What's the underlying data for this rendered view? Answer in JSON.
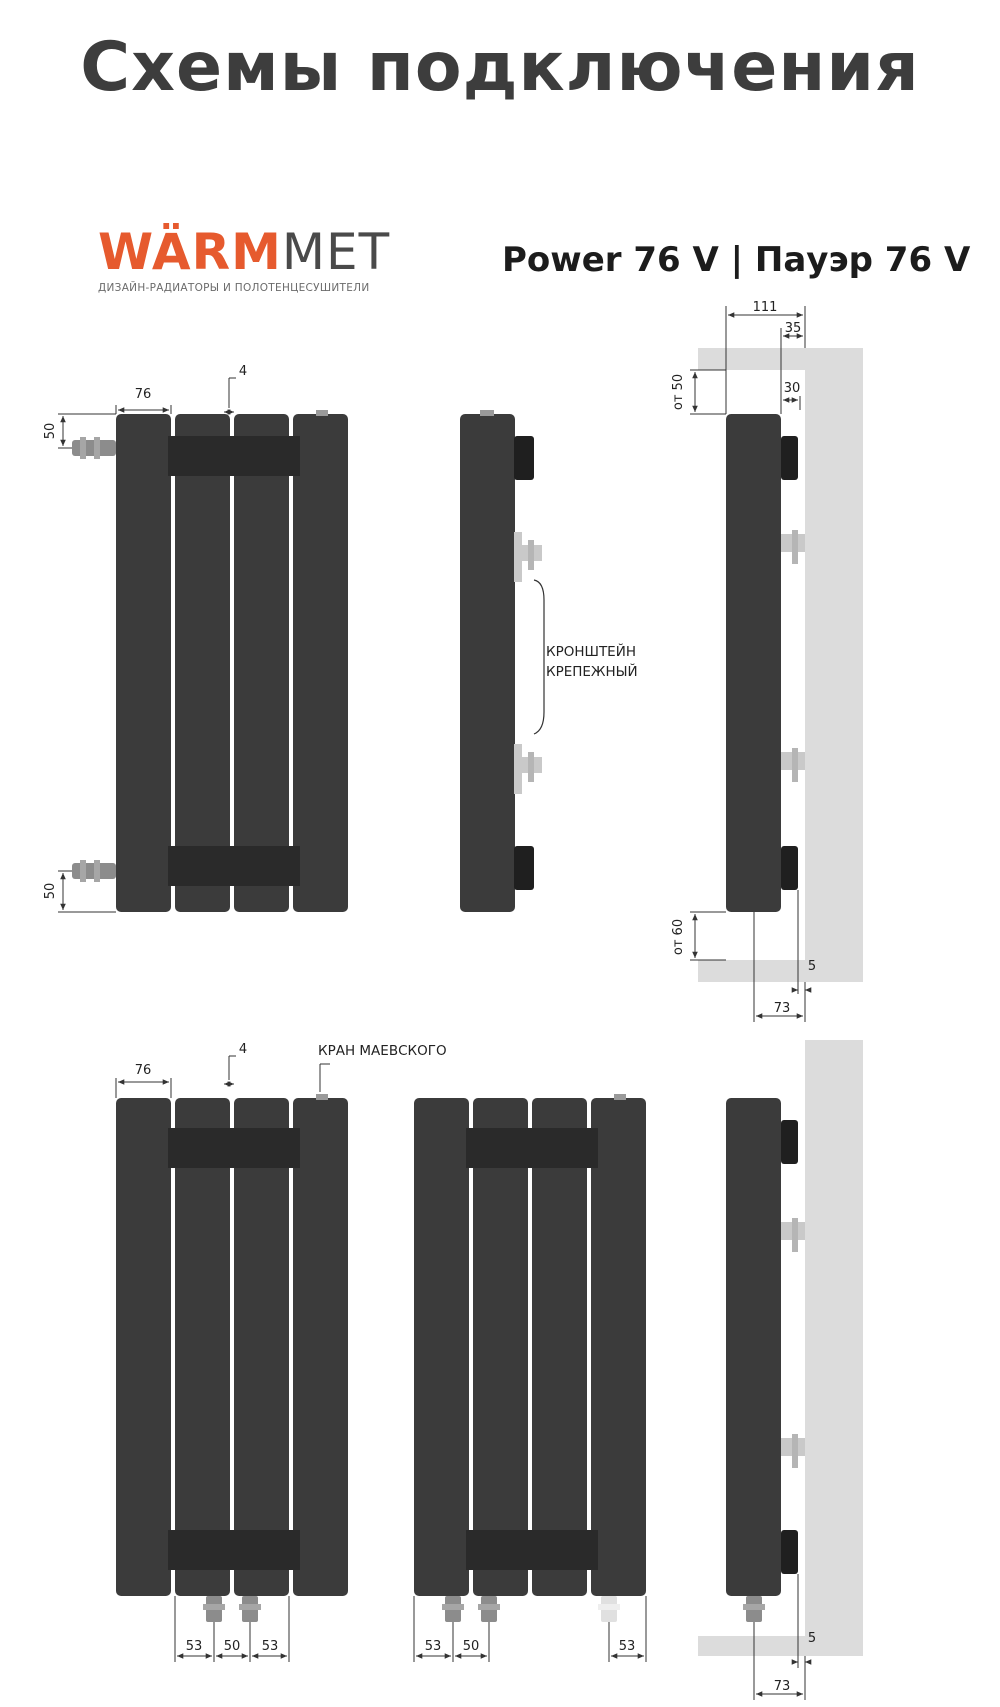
{
  "title": "Схемы подключения",
  "brand": {
    "name_part1": "WÄRM",
    "name_part2": "MET",
    "tagline": "ДИЗАЙН-РАДИАТОРЫ И ПОЛОТЕНЦЕСУШИТЕЛИ"
  },
  "model": "Power 76 V | Пауэр 76 V",
  "labels": {
    "bracket_line1": "КРОНШТЕЙН",
    "bracket_line2": "КРЕПЕЖНЫЙ",
    "mayevsky": "КРАН МАЕВСКОГО"
  },
  "dims": {
    "section_width": "76",
    "gap": "4",
    "pipe_offset": "50",
    "depth_total": "111",
    "wall_35": "35",
    "wall_30": "30",
    "from_top": "от 50",
    "from_bottom": "от 60",
    "d5": "5",
    "d73": "73",
    "d53": "53",
    "d50": "50"
  },
  "colors": {
    "radiator": "#3b3b3b",
    "radiator_edge": "#2a2a2a",
    "wall": "#dcdcdc",
    "bracket": "#c9c9c9",
    "bracket_dark": "#1f1f1f",
    "dim_line": "#333333"
  }
}
